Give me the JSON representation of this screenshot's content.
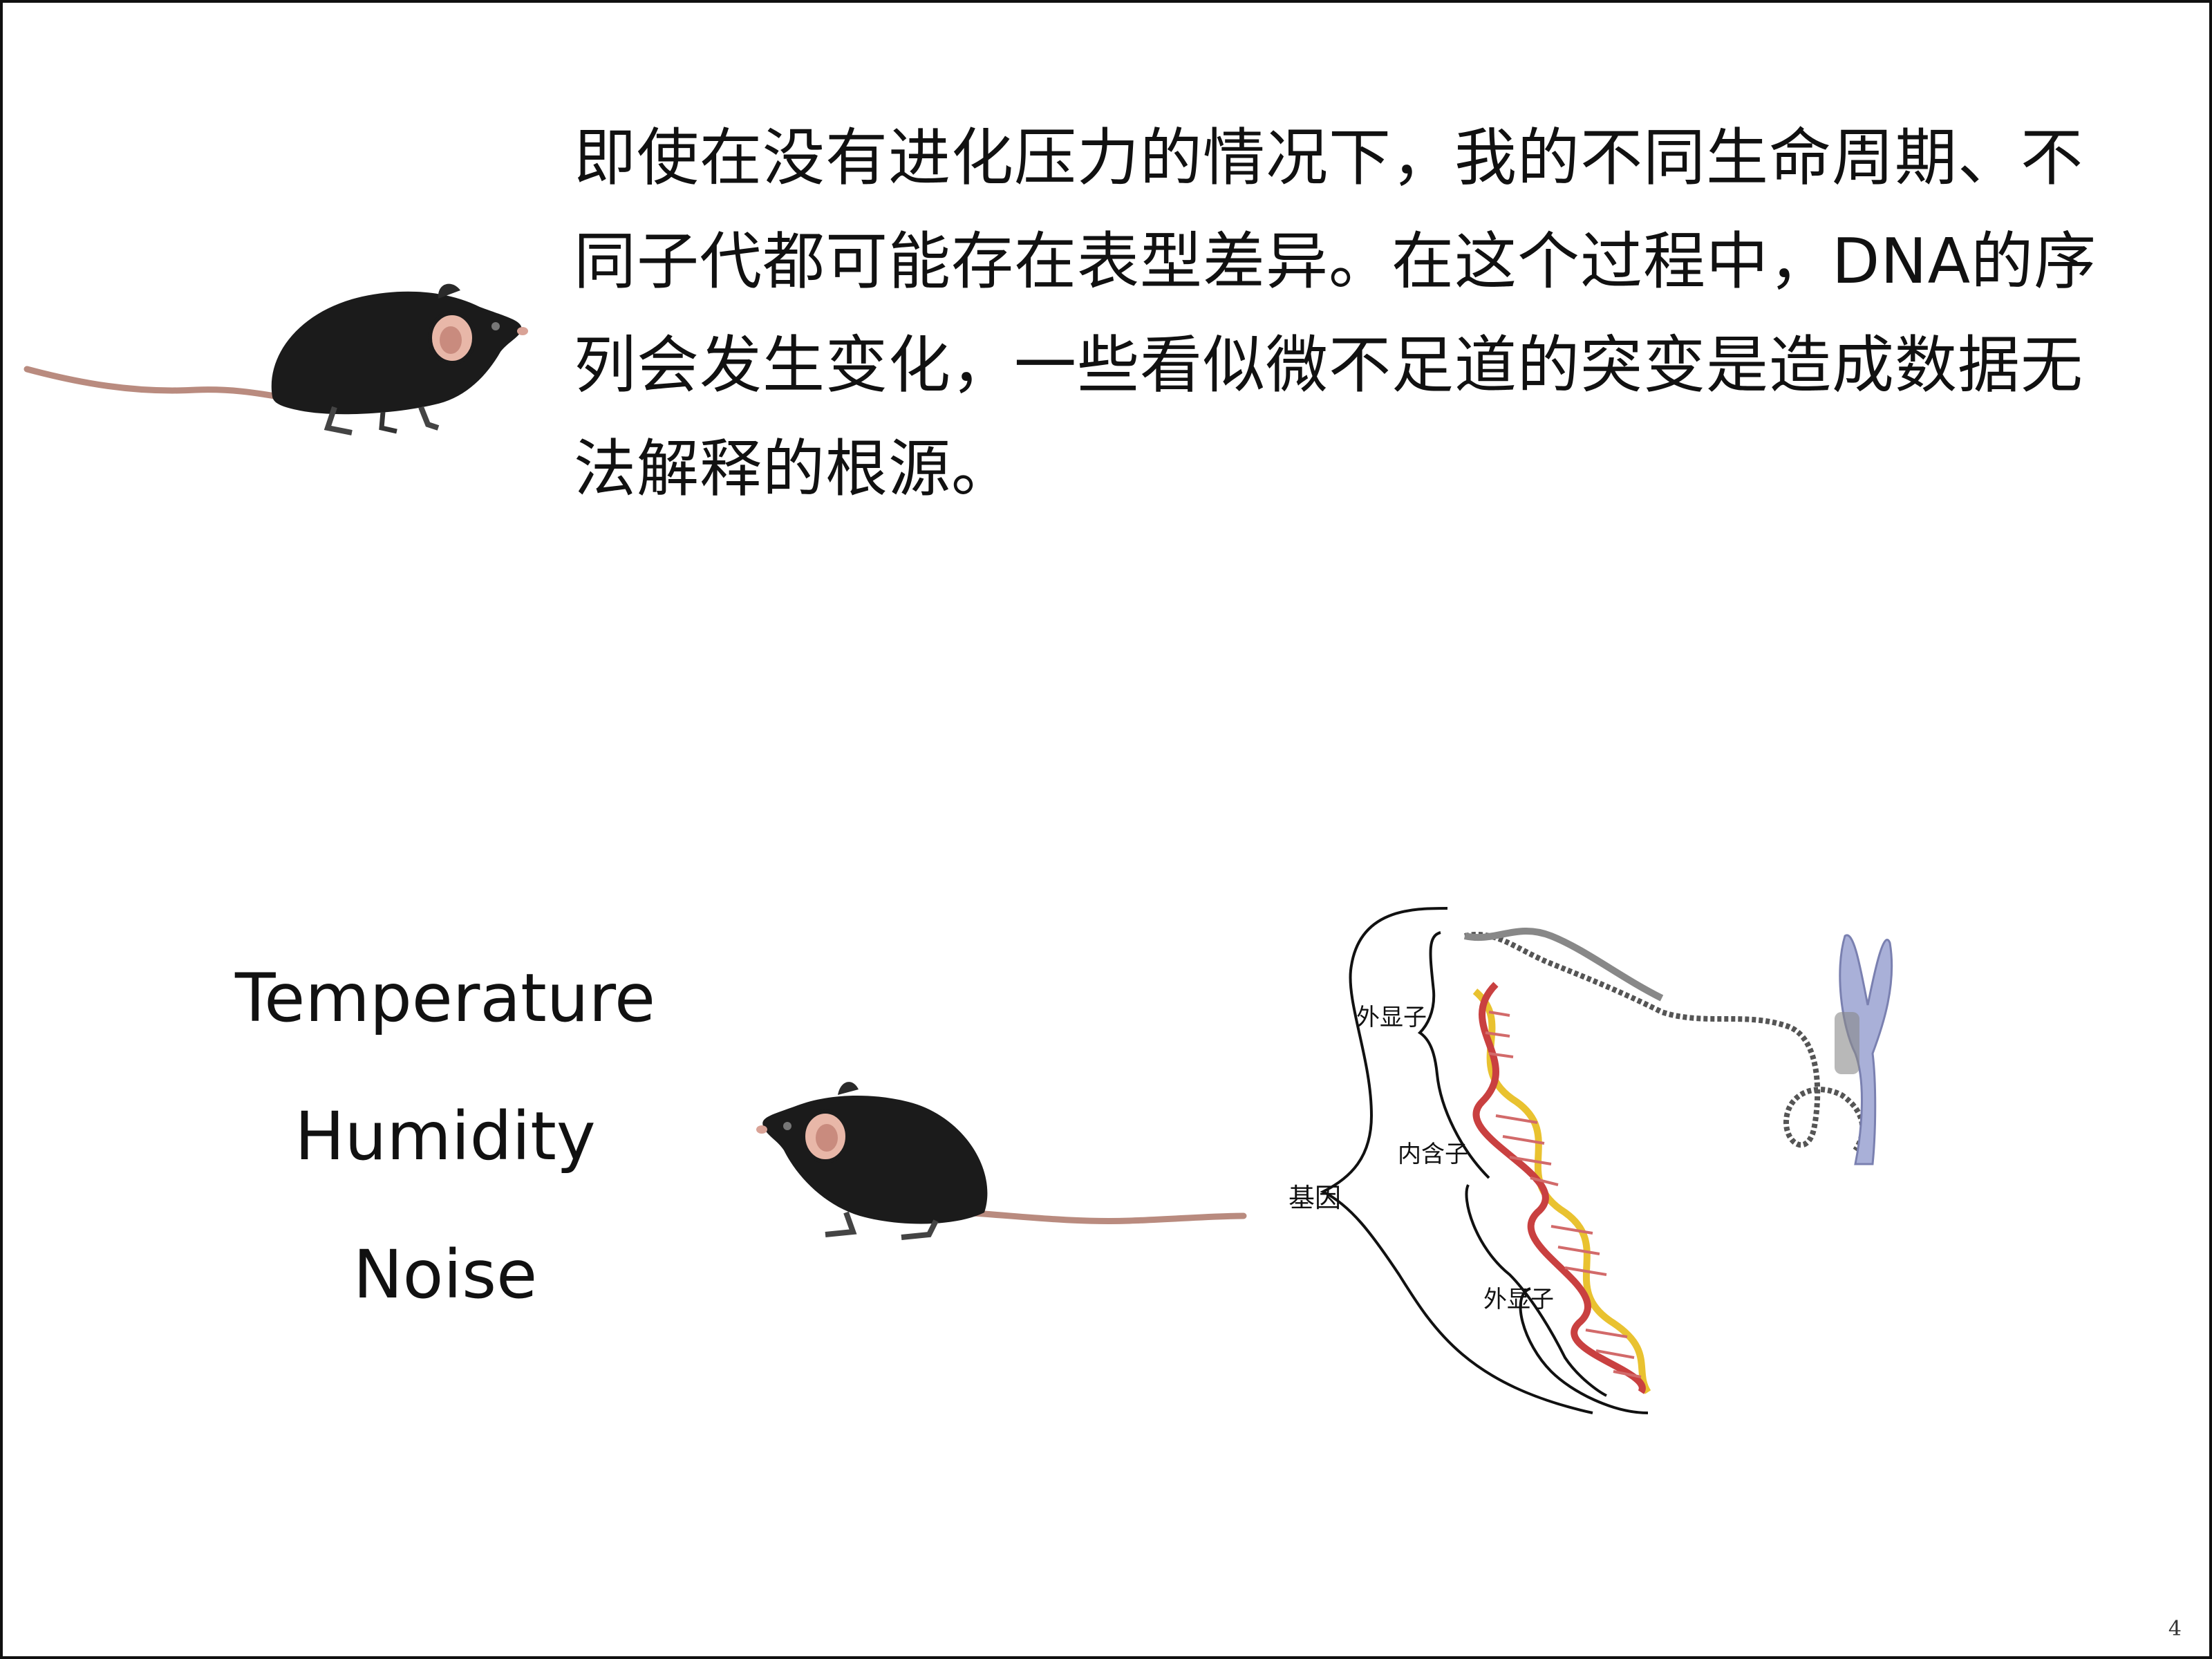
{
  "slide": {
    "intro_text": "即使在没有进化压力的情况下，我的不同生命周期、不同子代都可能存在表型差异。在这个过程中，DNA的序列会发生变化，一些看似微不足道的突变是造成数据无法解释的根源。",
    "factors": [
      "Temperature",
      "Humidity",
      "Noise"
    ],
    "gene_diagram": {
      "labels": {
        "exon_top": "外显子",
        "intron": "内含子",
        "gene": "基因",
        "exon_bottom": "外显子"
      }
    },
    "page_number": "4"
  },
  "icons": {
    "mouse_top": "mouse-illustration",
    "mouse_bottom": "mouse-illustration",
    "dna": "dna-double-helix-icon",
    "chromosome": "chromosome-icon"
  },
  "colors": {
    "mouse_body": "#1b1b1b",
    "mouse_ear": "#e8b7a8",
    "dna_yellow": "#e9c230",
    "dna_red": "#c94040",
    "dna_pink": "#e3a3a3",
    "chromosome": "#a9b0d8"
  }
}
